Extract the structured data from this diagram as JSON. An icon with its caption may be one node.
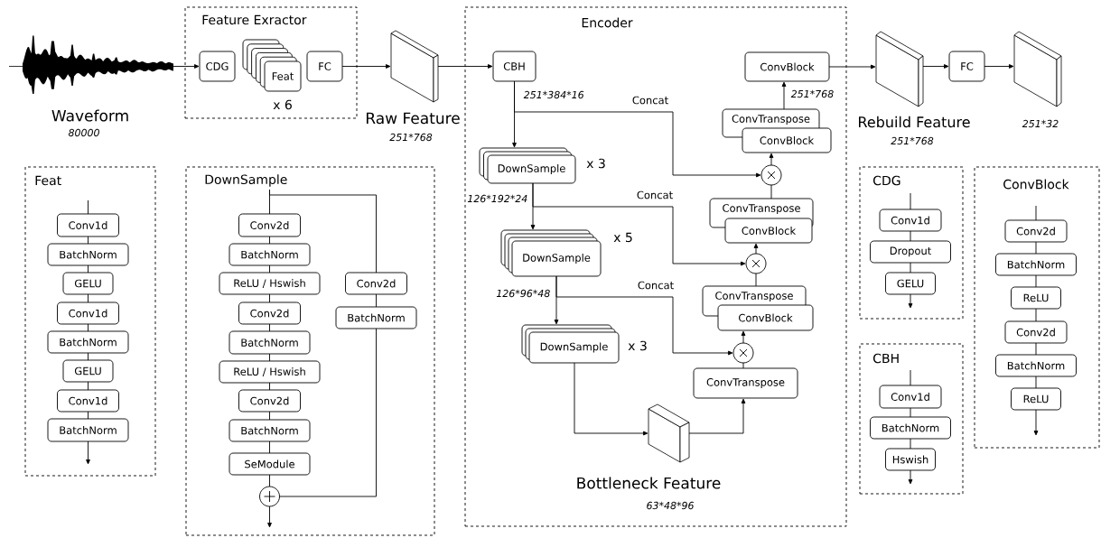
{
  "diagram": {
    "nodes": [
      {
        "text": [],
        "shape": "picture",
        "beside": [
          "Waveform",
          "80000"
        ]
      },
      {
        "text": [
          "Feature Exractor"
        ]
      },
      {
        "text": [
          "CDG"
        ],
        "in": 1
      },
      {
        "text": [
          "Feat"
        ],
        "in": 1,
        "beside": [
          "x 6"
        ]
      },
      {
        "text": [
          "FC"
        ],
        "in": 1
      },
      {
        "text": [],
        "shape": "cuboid",
        "beside": [
          "Raw Feature",
          "251*768"
        ]
      },
      {
        "text": [
          "Encoder"
        ]
      },
      {
        "text": [
          "CBH"
        ],
        "in": 6
      },
      {
        "text": [
          "ConvBlock"
        ],
        "in": 6
      },
      {
        "text": [
          "DownSample"
        ],
        "in": 6,
        "beside": [
          "x 3"
        ]
      },
      {
        "text": [
          "ConvTranspose"
        ],
        "in": 6
      },
      {
        "text": [
          "ConvBlock"
        ],
        "in": 6
      },
      {
        "text": [],
        "shape": "circle",
        "in": 6
      },
      {
        "text": [
          "DownSample"
        ],
        "in": 6,
        "beside": [
          "x 5"
        ]
      },
      {
        "text": [
          "ConvTranspose"
        ],
        "in": 6
      },
      {
        "text": [
          "ConvBlock"
        ],
        "in": 6
      },
      {
        "text": [],
        "shape": "circle",
        "in": 6
      },
      {
        "text": [
          "DownSample"
        ],
        "in": 6,
        "beside": [
          "x 3"
        ]
      },
      {
        "text": [
          "ConvTranspose"
        ],
        "in": 6
      },
      {
        "text": [
          "ConvBlock"
        ],
        "in": 6
      },
      {
        "text": [],
        "shape": "circle",
        "in": 6
      },
      {
        "text": [
          "ConvTranspose"
        ],
        "in": 6
      },
      {
        "text": [],
        "shape": "cuboid",
        "in": 6,
        "beside": [
          "Bottleneck Feature",
          "63*48*96"
        ]
      },
      {
        "text": [],
        "shape": "cuboid",
        "beside": [
          "Rebuild Feature",
          "251*768"
        ]
      },
      {
        "text": [
          "FC"
        ]
      },
      {
        "text": [],
        "shape": "cuboid",
        "beside": [
          "251*32"
        ]
      },
      {
        "text": [
          "Feat"
        ]
      },
      {
        "text": [
          "Conv1d"
        ],
        "in": 26
      },
      {
        "text": [
          "BatchNorm"
        ],
        "in": 26
      },
      {
        "text": [
          "GELU"
        ],
        "in": 26
      },
      {
        "text": [
          "Conv1d"
        ],
        "in": 26
      },
      {
        "text": [
          "BatchNorm"
        ],
        "in": 26
      },
      {
        "text": [
          "GELU"
        ],
        "in": 26
      },
      {
        "text": [
          "Conv1d"
        ],
        "in": 26
      },
      {
        "text": [
          "BatchNorm"
        ],
        "in": 26
      },
      {
        "text": [
          "DownSample"
        ]
      },
      {
        "text": [
          "Conv2d"
        ],
        "in": 35
      },
      {
        "text": [
          "BatchNorm"
        ],
        "in": 35
      },
      {
        "text": [
          "ReLU / Hswish"
        ],
        "in": 35
      },
      {
        "text": [
          "Conv2d"
        ],
        "in": 35
      },
      {
        "text": [
          "BatchNorm"
        ],
        "in": 35
      },
      {
        "text": [
          "ReLU / Hswish"
        ],
        "in": 35
      },
      {
        "text": [
          "Conv2d"
        ],
        "in": 35
      },
      {
        "text": [
          "BatchNorm"
        ],
        "in": 35
      },
      {
        "text": [
          "SeModule"
        ],
        "in": 35
      },
      {
        "text": [
          "Conv2d"
        ],
        "in": 35
      },
      {
        "text": [
          "BatchNorm"
        ],
        "in": 35
      },
      {
        "text": [],
        "shape": "circle",
        "in": 35
      },
      {
        "text": [
          "CDG"
        ]
      },
      {
        "text": [
          "Conv1d"
        ],
        "in": 48
      },
      {
        "text": [
          "Dropout"
        ],
        "in": 48
      },
      {
        "text": [
          "GELU"
        ],
        "in": 48
      },
      {
        "text": [
          "CBH"
        ]
      },
      {
        "text": [
          "Conv1d"
        ],
        "in": 52
      },
      {
        "text": [
          "BatchNorm"
        ],
        "in": 52
      },
      {
        "text": [
          "Hswish"
        ],
        "in": 52
      },
      {
        "text": [
          "ConvBlock"
        ]
      },
      {
        "text": [
          "Conv2d"
        ],
        "in": 56
      },
      {
        "text": [
          "BatchNorm"
        ],
        "in": 56
      },
      {
        "text": [
          "ReLU"
        ],
        "in": 56
      },
      {
        "text": [
          "Conv2d"
        ],
        "in": 56
      },
      {
        "text": [
          "BatchNorm"
        ],
        "in": 56
      },
      {
        "text": [
          "ReLU"
        ],
        "in": 56
      }
    ],
    "edges": [
      {
        "from": 0,
        "to": 2,
        "arrow": "to"
      },
      {
        "from": 4,
        "to": 5,
        "arrow": "to"
      },
      {
        "from": 5,
        "to": 7,
        "arrow": "to"
      },
      {
        "from": 7,
        "to": 9,
        "arrow": "to",
        "label": "251*384*16"
      },
      {
        "from": 7,
        "to": 12,
        "arrow": "to",
        "label": "Concat"
      },
      {
        "from": 9,
        "to": 13,
        "arrow": "to",
        "label": "126*192*24"
      },
      {
        "from": 9,
        "to": 16,
        "arrow": "to",
        "label": "Concat"
      },
      {
        "from": 13,
        "to": 17,
        "arrow": "to",
        "label": "126*96*48"
      },
      {
        "from": 13,
        "to": 20,
        "arrow": "to",
        "label": "Concat"
      },
      {
        "from": 17,
        "to": 22,
        "arrow": "to"
      },
      {
        "from": 22,
        "to": 21,
        "arrow": "to"
      },
      {
        "from": 21,
        "to": 20,
        "arrow": "none"
      },
      {
        "from": 20,
        "to": 19,
        "arrow": "to"
      },
      {
        "from": 18,
        "to": 16,
        "arrow": "none"
      },
      {
        "from": 16,
        "to": 15,
        "arrow": "to"
      },
      {
        "from": 14,
        "to": 12,
        "arrow": "none"
      },
      {
        "from": 12,
        "to": 11,
        "arrow": "to"
      },
      {
        "from": 10,
        "to": 8,
        "arrow": "to",
        "label": "251*768"
      },
      {
        "from": 8,
        "to": 23,
        "arrow": "to"
      },
      {
        "from": 23,
        "to": 24,
        "arrow": "to"
      },
      {
        "from": 24,
        "to": 25,
        "arrow": "to"
      },
      {
        "from": null,
        "to": 27,
        "arrow": "none"
      },
      {
        "from": 27,
        "to": 28,
        "arrow": "none"
      },
      {
        "from": 28,
        "to": 29,
        "arrow": "none"
      },
      {
        "from": 29,
        "to": 30,
        "arrow": "none"
      },
      {
        "from": 30,
        "to": 31,
        "arrow": "none"
      },
      {
        "from": 31,
        "to": 32,
        "arrow": "none"
      },
      {
        "from": 32,
        "to": 33,
        "arrow": "none"
      },
      {
        "from": 33,
        "to": 34,
        "arrow": "none"
      },
      {
        "from": 34,
        "to": null,
        "arrow": "to"
      },
      {
        "from": null,
        "to": 36,
        "arrow": "none"
      },
      {
        "from": null,
        "to": 45,
        "arrow": "none"
      },
      {
        "from": 36,
        "to": 37,
        "arrow": "none"
      },
      {
        "from": 37,
        "to": 38,
        "arrow": "none"
      },
      {
        "from": 38,
        "to": 39,
        "arrow": "none"
      },
      {
        "from": 39,
        "to": 40,
        "arrow": "none"
      },
      {
        "from": 40,
        "to": 41,
        "arrow": "none"
      },
      {
        "from": 41,
        "to": 42,
        "arrow": "none"
      },
      {
        "from": 42,
        "to": 43,
        "arrow": "none"
      },
      {
        "from": 43,
        "to": 44,
        "arrow": "none"
      },
      {
        "from": 45,
        "to": 46,
        "arrow": "none"
      },
      {
        "from": 44,
        "to": 47,
        "arrow": "none"
      },
      {
        "from": 46,
        "to": 47,
        "arrow": "none"
      },
      {
        "from": 47,
        "to": null,
        "arrow": "to"
      },
      {
        "from": null,
        "to": 49,
        "arrow": "none"
      },
      {
        "from": 49,
        "to": 50,
        "arrow": "none"
      },
      {
        "from": 50,
        "to": 51,
        "arrow": "none"
      },
      {
        "from": 51,
        "to": null,
        "arrow": "to"
      },
      {
        "from": null,
        "to": 53,
        "arrow": "none"
      },
      {
        "from": 53,
        "to": 54,
        "arrow": "none"
      },
      {
        "from": 54,
        "to": 55,
        "arrow": "none"
      },
      {
        "from": 55,
        "to": null,
        "arrow": "to"
      },
      {
        "from": null,
        "to": 57,
        "arrow": "none"
      },
      {
        "from": 57,
        "to": 58,
        "arrow": "none"
      },
      {
        "from": 58,
        "to": 59,
        "arrow": "none"
      },
      {
        "from": 59,
        "to": 60,
        "arrow": "none"
      },
      {
        "from": 60,
        "to": 61,
        "arrow": "none"
      },
      {
        "from": 61,
        "to": 62,
        "arrow": "none"
      },
      {
        "from": 62,
        "to": null,
        "arrow": "to"
      }
    ]
  }
}
